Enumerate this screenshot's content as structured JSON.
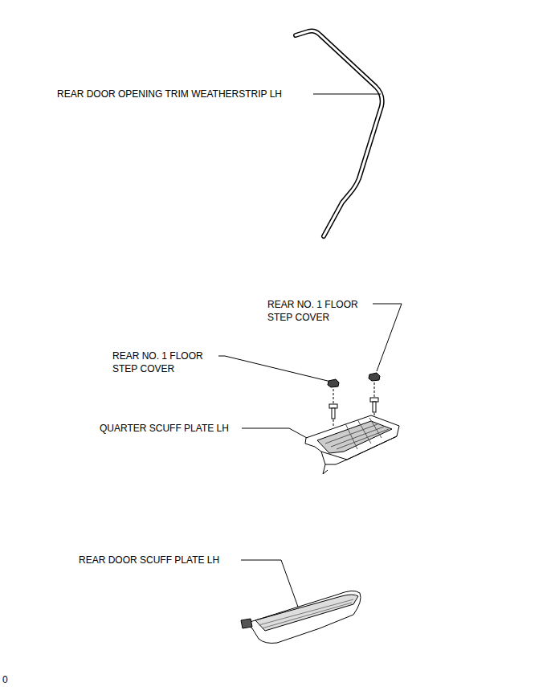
{
  "diagram": {
    "labels": [
      "REAR DOOR OPENING TRIM WEATHERSTRIP LH",
      "REAR NO. 1 FLOOR STEP COVER",
      "REAR NO. 1 FLOOR STEP COVER",
      "QUARTER SCUFF PLATE LH",
      "REAR DOOR SCUFF PLATE LH",
      "0"
    ]
  }
}
